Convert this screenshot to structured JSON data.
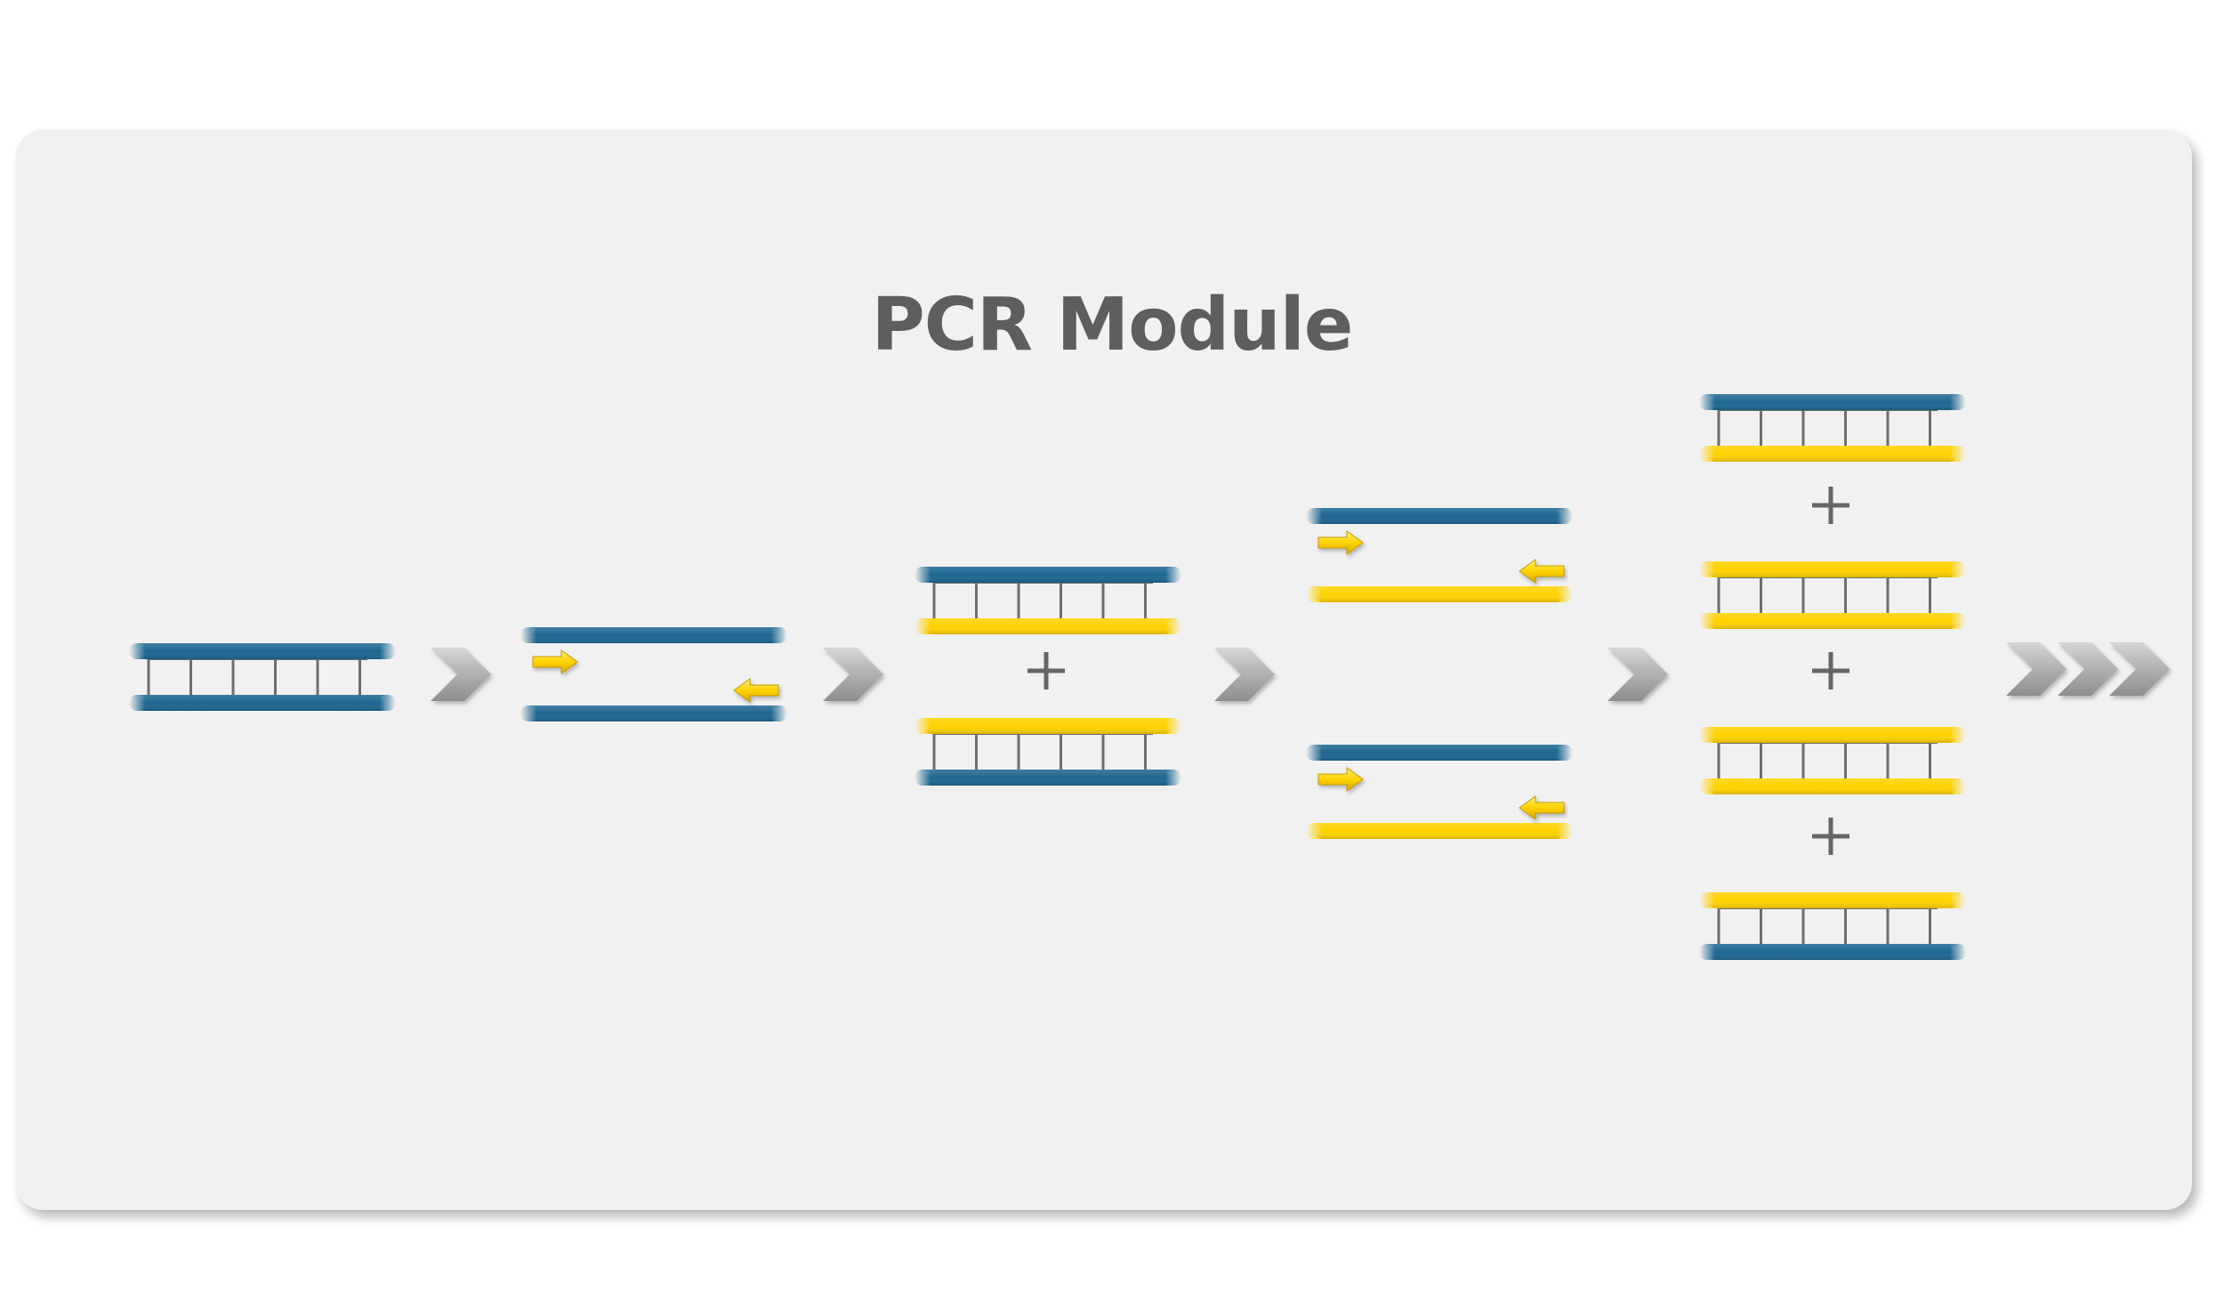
{
  "title": "PCR Module",
  "colors": {
    "panel_background": "#f1f1f1",
    "title": "#5e5e5e",
    "template_strand": "#1e6792",
    "new_strand": "#ffd200",
    "primer": "#ffd200",
    "rung": "#6e6e6e",
    "chevron": "#a9a9a9",
    "plus_sign": "#666666"
  },
  "stages": [
    {
      "name": "double-stranded-template",
      "strands": [
        "template",
        "template"
      ],
      "paired": true
    },
    {
      "name": "denatured-with-primers",
      "strands": [
        "template",
        "template"
      ],
      "paired": false,
      "primers": true
    },
    {
      "name": "two-copies",
      "products": [
        [
          "template",
          "new"
        ],
        [
          "new",
          "template"
        ]
      ],
      "plus_signs": 1
    },
    {
      "name": "denatured-copies-with-primers",
      "products": [
        [
          "template",
          "new"
        ],
        [
          "template",
          "new"
        ]
      ],
      "paired": false,
      "primers": true
    },
    {
      "name": "four-copies",
      "products": [
        [
          "template",
          "new"
        ],
        [
          "new",
          "new"
        ],
        [
          "new",
          "new"
        ],
        [
          "new",
          "template"
        ]
      ],
      "plus_signs": 3
    }
  ],
  "icons": {
    "step_arrow": "chevron-right-icon",
    "continue_arrow": "triple-chevron-icon",
    "plus": "plus-icon",
    "primer": "primer-arrow-icon"
  }
}
